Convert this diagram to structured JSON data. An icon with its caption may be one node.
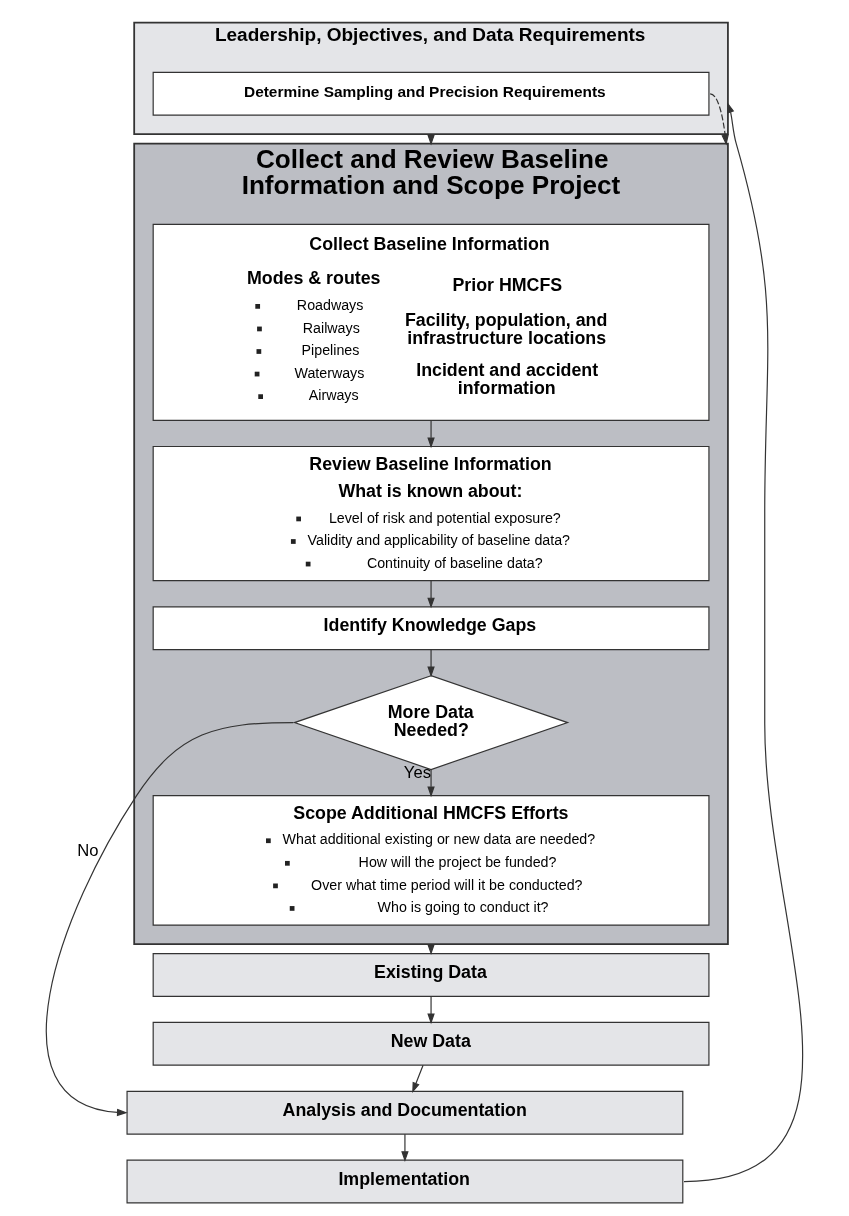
{
  "diagram": {
    "nodes": [
      {
        "text": [
          "Leadership, Objectives, and Data Requirements"
        ]
      },
      {
        "text": [
          "Determine Sampling and Precision Requirements"
        ],
        "in": 0
      },
      {
        "text": [
          "Collect and Review Baseline Information and Scope Project"
        ]
      },
      {
        "text": [
          "Collect Baseline Information",
          "Modes & routes",
          "Roadways",
          "Railways",
          "Pipelines",
          "Waterways",
          "Airways",
          "Prior HMCFS",
          "Facility, population, and infrastructure locations",
          "Incident and accident information"
        ],
        "in": 2
      },
      {
        "text": [
          "Review Baseline Information",
          "What is known about:",
          "Level of risk and potential exposure?",
          "Validity and applicability of baseline data?",
          "Continuity of baseline data?"
        ],
        "in": 2
      },
      {
        "text": [
          "Identify Knowledge Gaps"
        ],
        "in": 2
      },
      {
        "text": [
          "More Data Needed?"
        ],
        "in": 2
      },
      {
        "text": [
          "Scope Additional HMCFS Efforts",
          "What additional existing or new data are needed?",
          "How will the project be funded?",
          "Over what time period will it be conducted?",
          "Who is going to conduct it?"
        ],
        "in": 2
      },
      {
        "text": [
          "Existing Data"
        ]
      },
      {
        "text": [
          "New Data"
        ]
      },
      {
        "text": [
          "Analysis and Documentation"
        ]
      },
      {
        "text": [
          "Implementation"
        ]
      }
    ],
    "edges": [
      {
        "from": 0,
        "to": 2,
        "arrow": "to"
      },
      {
        "from": 1,
        "to": 2,
        "arrow": "to",
        "style": "dashed"
      },
      {
        "from": 3,
        "to": 4,
        "arrow": "to"
      },
      {
        "from": 4,
        "to": 5,
        "arrow": "to"
      },
      {
        "from": 5,
        "to": 6,
        "arrow": "to"
      },
      {
        "from": 6,
        "to": 7,
        "arrow": "to",
        "label": "Yes"
      },
      {
        "from": 6,
        "to": 10,
        "arrow": "to",
        "label": "No"
      },
      {
        "from": 2,
        "to": 8,
        "arrow": "to"
      },
      {
        "from": 8,
        "to": 9,
        "arrow": "to"
      },
      {
        "from": 9,
        "to": 10,
        "arrow": "to"
      },
      {
        "from": 10,
        "to": 11,
        "arrow": "to"
      },
      {
        "from": 11,
        "to": 0,
        "arrow": "to"
      }
    ]
  }
}
